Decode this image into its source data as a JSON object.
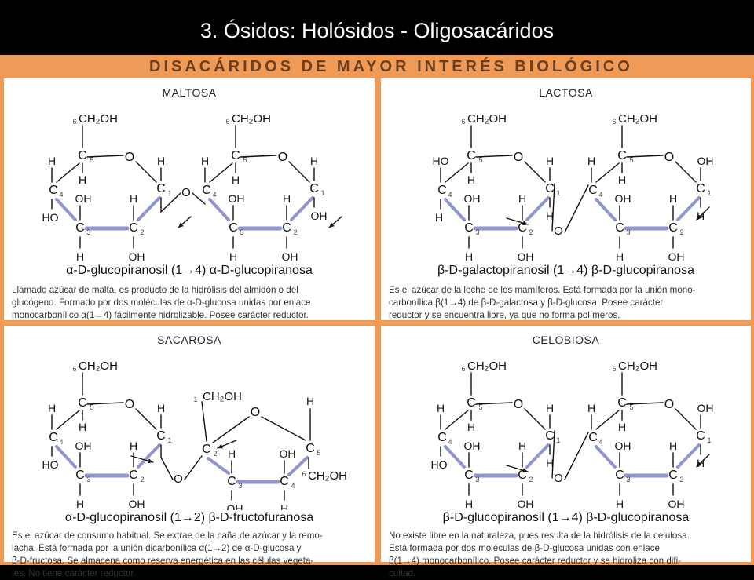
{
  "slide_title": "3. Ósidos: Holósidos  - Oligosacáridos",
  "banner": "DISACÁRIDOS DE MAYOR INTERÉS BIOLÓGICO",
  "colors": {
    "banner_bg": "#ef9a57",
    "bond_blue": "#8f96cf",
    "banner_text": "#6e3f1d"
  },
  "panels": {
    "maltosa": {
      "title": "MALTOSA",
      "glycosidic": "α-D-glucopiranosil (1→4) α-D-glucopiranosa",
      "description": [
        "Llamado azúcar de malta, es producto de la hidrólisis del almidón o del",
        "glucógeno. Formado por dos moléculas de α-D-glucosa unidas por enlace",
        "monocarbonílico α(1→4) fácilmente hidrolizable. Posee carácter reductor."
      ]
    },
    "lactosa": {
      "title": "LACTOSA",
      "glycosidic": "β-D-galactopiranosil (1→4) β-D-glucopiranosa",
      "description": [
        "Es el azúcar de la leche de los mamíferos. Está formada por la unión mono-",
        "carbonílica β(1→4) de β-D-galactosa y β-D-glucosa. Posee carácter",
        "reductor y se encuentra libre, ya que no forma polímeros."
      ]
    },
    "sacarosa": {
      "title": "SACAROSA",
      "glycosidic": "α-D-glucopiranosil (1→2) β-D-fructofuranosa",
      "description": [
        "Es el azúcar de consumo habitual. Se extrae de la caña de azúcar y la remo-",
        "lacha. Está formada por la unión dicarbonílica α(1→2) de α-D-glucosa y",
        "β-D-fructosa. Se almacena como reserva energética en las células vegeta-",
        "les. No tiene carácter reductor."
      ]
    },
    "celobiosa": {
      "title": "CELOBIOSA",
      "glycosidic": "β-D-glucopiranosil (1→4) β-D-glucopiranosa",
      "description": [
        "No existe libre en la naturaleza, pues resulta de la hidrólisis de la celulosa.",
        "Está formada por dos moléculas de β-D-glucosa unidas con enlace",
        "β(1→4) monocarbonílico. Posee carácter reductor y se hidroliza con difi-",
        "cultad."
      ]
    }
  },
  "atoms": {
    "carbon": "C",
    "oxygen": "O",
    "hydrogen": "H",
    "hydroxyl": "OH",
    "hydroxyl_left": "HO",
    "ch2oh": "CH₂OH",
    "c1": "1",
    "c2": "2",
    "c3": "3",
    "c4": "4",
    "c5": "5",
    "c6": "6"
  }
}
